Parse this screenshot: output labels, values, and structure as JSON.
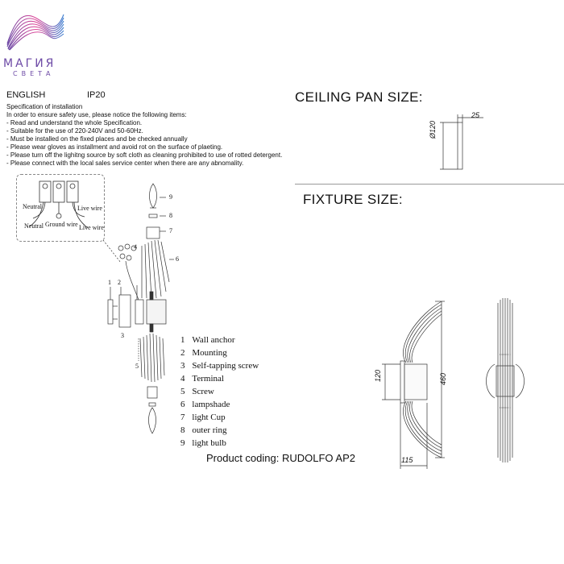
{
  "logo": {
    "line1": "МАГИЯ",
    "line2": "СВЕТА",
    "colors": {
      "primary": "#6d4aa6",
      "pink": "#e04a9a",
      "blue": "#3b7fd0"
    }
  },
  "header": {
    "language": "ENGLISH",
    "ip_rating": "IP20"
  },
  "specification": {
    "title": "Specification of installation",
    "intro": "In order to ensure safety use, please notice the following items:",
    "items": [
      "- Read and understand the whole Specification.",
      "- Suitable for the use of 220-240V and 50-60Hz.",
      "- Must be installed on the fixed places and be checked annually",
      "- Please wear gloves as installment and avoid rot on the surface of plaeting.",
      "- Please turn off the lighitng source by soft cloth as cleaning prohibited to use of rotted detergent.",
      "- Please connect with the local sales service center when there are any abnomality."
    ]
  },
  "wiring": {
    "neutral_top": "Neutral",
    "neutral_bottom": "Neutral",
    "ground": "Ground wire",
    "live_top": "Live wire",
    "live_bottom": "Live wire"
  },
  "exploded": {
    "callouts": [
      "9",
      "8",
      "7",
      "6",
      "1",
      "2",
      "3",
      "4",
      "5"
    ]
  },
  "parts_legend": [
    {
      "num": "1",
      "label": "Wall anchor"
    },
    {
      "num": "2",
      "label": "Mounting"
    },
    {
      "num": "3",
      "label": "Self-tapping screw"
    },
    {
      "num": "4",
      "label": "Terminal"
    },
    {
      "num": "5",
      "label": "Screw"
    },
    {
      "num": "6",
      "label": "lampshade"
    },
    {
      "num": "7",
      "label": "light Cup"
    },
    {
      "num": "8",
      "label": "outer ring"
    },
    {
      "num": "9",
      "label": "light bulb"
    }
  ],
  "product": {
    "coding": "Product coding: RUDOLFO AP2"
  },
  "ceiling_pan": {
    "title": "CEILING PAN SIZE:",
    "depth": "25",
    "diameter": "Ø120"
  },
  "fixture": {
    "title": "FIXTURE SIZE:",
    "height": "460",
    "pan": "120",
    "projection": "115"
  }
}
